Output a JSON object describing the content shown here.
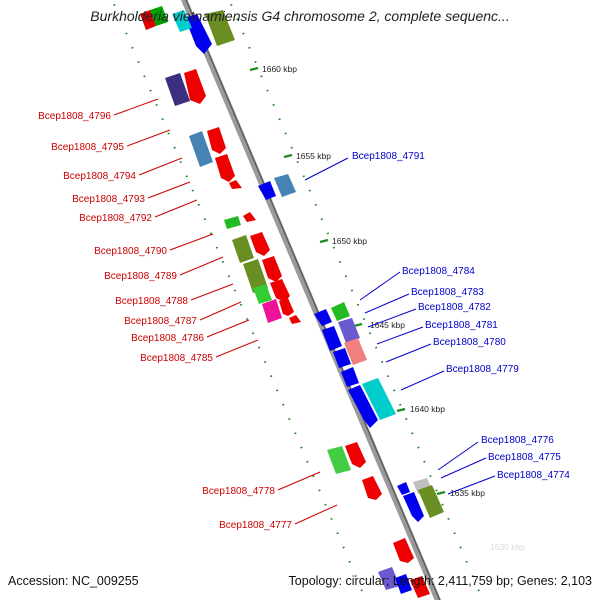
{
  "title": "Burkholderia vietnamiensis G4 chromosome 2, complete sequenc...",
  "footer": {
    "accession": "Accession: NC_009255",
    "summary": "Topology: circular; Length: 2,411,759 bp; Genes: 2,103"
  },
  "colors": {
    "left_label": "#cc0000",
    "right_label": "#0000cc",
    "backbone": "#8a8a8a",
    "tick": "#228b22"
  },
  "kbp_marks": [
    "1660 kbp",
    "1655 kbp",
    "1650 kbp",
    "1645 kbp",
    "1640 kbp",
    "1635 kbp",
    "1630 kbp"
  ],
  "left_labels": [
    "Bcep1808_4796",
    "Bcep1808_4795",
    "Bcep1808_4794",
    "Bcep1808_4793",
    "Bcep1808_4792",
    "Bcep1808_4790",
    "Bcep1808_4789",
    "Bcep1808_4788",
    "Bcep1808_4787",
    "Bcep1808_4786",
    "Bcep1808_4785",
    "Bcep1808_4778",
    "Bcep1808_4777"
  ],
  "right_labels": [
    "Bcep1808_4791",
    "Bcep1808_4784",
    "Bcep1808_4783",
    "Bcep1808_4782",
    "Bcep1808_4781",
    "Bcep1808_4780",
    "Bcep1808_4779",
    "Bcep1808_4776",
    "Bcep1808_4775",
    "Bcep1808_4774"
  ]
}
